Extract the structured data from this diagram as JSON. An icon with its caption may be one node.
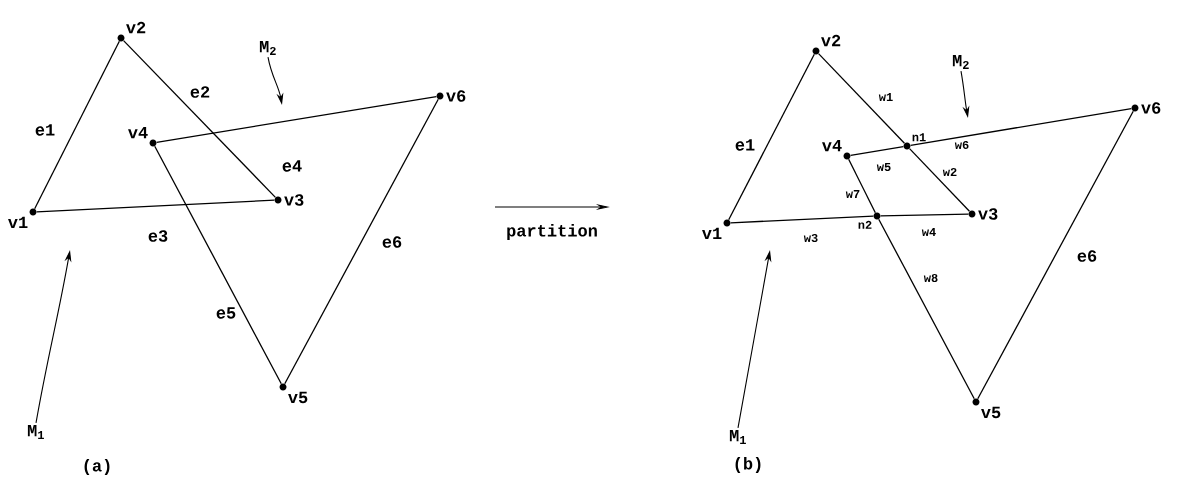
{
  "diagram": {
    "nodes": [
      {
        "text": [
          "v1"
        ]
      },
      {
        "text": [
          "v2"
        ]
      },
      {
        "text": [
          "v3"
        ]
      },
      {
        "text": [
          "v4"
        ]
      },
      {
        "text": [
          "v5"
        ]
      },
      {
        "text": [
          "v6"
        ]
      },
      {
        "text": [
          "M$_{1}$"
        ]
      },
      {
        "text": [
          "M$_{2}$"
        ]
      },
      {
        "text": [
          "v1"
        ]
      },
      {
        "text": [
          "v2"
        ]
      },
      {
        "text": [
          "v3"
        ]
      },
      {
        "text": [
          "v4"
        ]
      },
      {
        "text": [
          "v5"
        ]
      },
      {
        "text": [
          "v6"
        ]
      },
      {
        "text": [
          "n1"
        ]
      },
      {
        "text": [
          "n2"
        ]
      },
      {
        "text": [
          "M$_{1}$"
        ]
      },
      {
        "text": [
          "M$_{2}$"
        ]
      }
    ],
    "edges": [
      {
        "from": 0,
        "to": 1,
        "arrow": "none",
        "label": "e1"
      },
      {
        "from": 1,
        "to": 2,
        "arrow": "none",
        "label": "e2"
      },
      {
        "from": 0,
        "to": 2,
        "arrow": "none",
        "label": "e3"
      },
      {
        "from": 3,
        "to": 5,
        "arrow": "none",
        "label": "e4"
      },
      {
        "from": 3,
        "to": 4,
        "arrow": "none",
        "label": "e5"
      },
      {
        "from": 5,
        "to": 4,
        "arrow": "none",
        "label": "e6"
      },
      {
        "from": 6,
        "to": null,
        "arrow": "to"
      },
      {
        "from": 7,
        "to": null,
        "arrow": "to"
      },
      {
        "from": 8,
        "to": 9,
        "arrow": "none",
        "label": "e1"
      },
      {
        "from": 9,
        "to": 14,
        "arrow": "none",
        "label": "w1"
      },
      {
        "from": 14,
        "to": 10,
        "arrow": "none",
        "label": "w2"
      },
      {
        "from": 8,
        "to": 15,
        "arrow": "none",
        "label": "w3"
      },
      {
        "from": 15,
        "to": 10,
        "arrow": "none",
        "label": "w4"
      },
      {
        "from": 11,
        "to": 14,
        "arrow": "none",
        "label": "w5"
      },
      {
        "from": 14,
        "to": 13,
        "arrow": "none",
        "label": "w6"
      },
      {
        "from": 11,
        "to": 15,
        "arrow": "none",
        "label": "w7"
      },
      {
        "from": 15,
        "to": 12,
        "arrow": "none",
        "label": "w8"
      },
      {
        "from": 13,
        "to": 12,
        "arrow": "none",
        "label": "e6"
      },
      {
        "from": 16,
        "to": null,
        "arrow": "to"
      },
      {
        "from": 17,
        "to": null,
        "arrow": "to"
      }
    ],
    "labels": [
      "partition",
      "(a)",
      "(b)"
    ]
  }
}
